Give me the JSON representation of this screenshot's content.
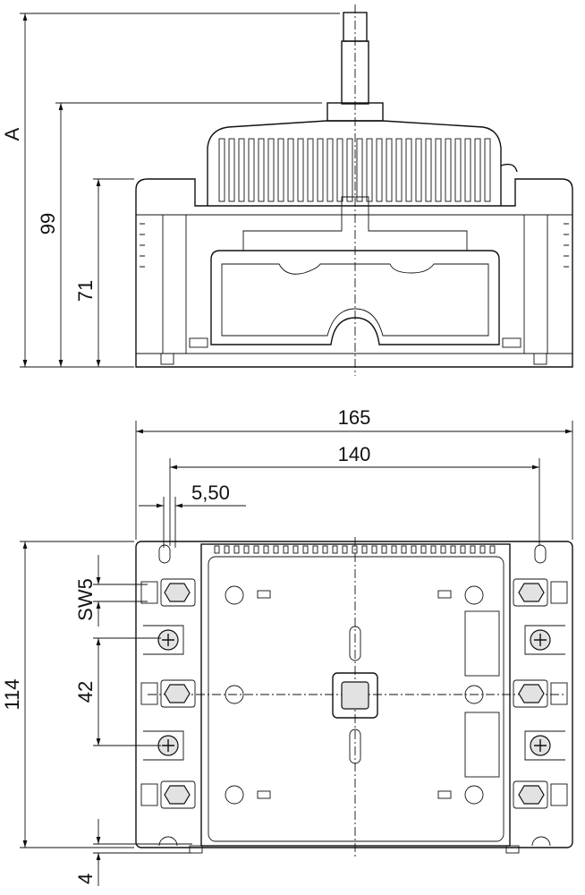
{
  "drawing": {
    "front_view": {
      "dim_total_height": "A",
      "dim_height_lid": "99",
      "dim_height_body": "71"
    },
    "plan_view": {
      "dim_width_overall": "165",
      "dim_width_mounting": "140",
      "dim_hole_diameter": "5,50",
      "dim_wrench_size": "SW5",
      "dim_terminal_pitch": "42",
      "dim_depth_overall": "114",
      "dim_bottom_offset": "4"
    }
  }
}
